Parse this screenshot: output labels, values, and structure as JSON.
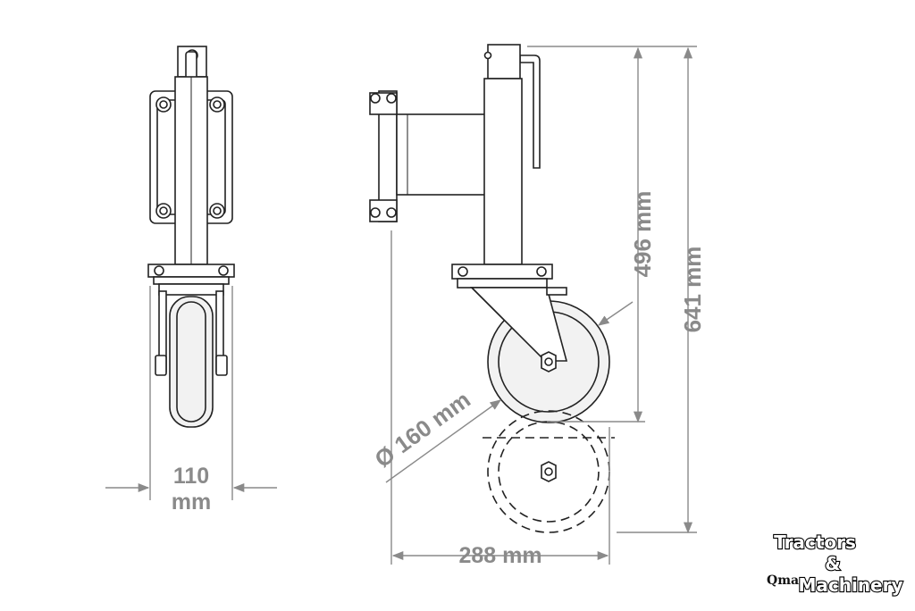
{
  "dimensions": {
    "width_value": "110",
    "width_unit": "mm",
    "diameter": "Ø 160 mm",
    "length": "288 mm",
    "height_upper": "496 mm",
    "height_total": "641 mm"
  },
  "watermark": {
    "line1": "Tractors",
    "line2": "&",
    "line3": "Machinery",
    "prefix": "Qma"
  },
  "colors": {
    "drawing": "#222222",
    "dimension": "#8a8a8a",
    "wheel_fill": "#f2f2f2"
  }
}
